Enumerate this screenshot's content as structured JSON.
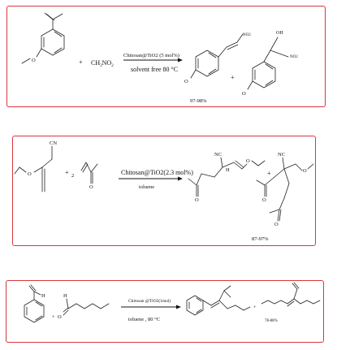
{
  "scheme1": {
    "plus_1": "+",
    "reagent": "CH3NO2",
    "reagent_base": "CH",
    "reagent_sub1": "3",
    "reagent_mid": "NO",
    "reagent_sub2": "2",
    "catalyst": "Chitosan@TiO2 (5 mol%)",
    "conditions": "solvent free 80 °C",
    "plus_2": "+",
    "yield": "97-98%",
    "label_no2_a": "NO2",
    "label_oh": "OH",
    "label_no2_b": "NO2"
  },
  "scheme2": {
    "label_cn": "CN",
    "plus_1": "+",
    "coefficient": "2",
    "catalyst": "Chitosan@TiO2(2.3 mol%)",
    "solvent": "toluene",
    "label_nc_a": "NC",
    "label_h": "H",
    "plus_2": "+",
    "label_nc_b": "NC",
    "yield": "87-97%"
  },
  "scheme3": {
    "label_h_a": "H",
    "plus_1": "+",
    "label_h_b": "H",
    "catalyst": "Chitosan @TiO2(1mol)",
    "conditions": "toluene , 80 °C",
    "plus_2": "+",
    "yield": "78-88%"
  }
}
